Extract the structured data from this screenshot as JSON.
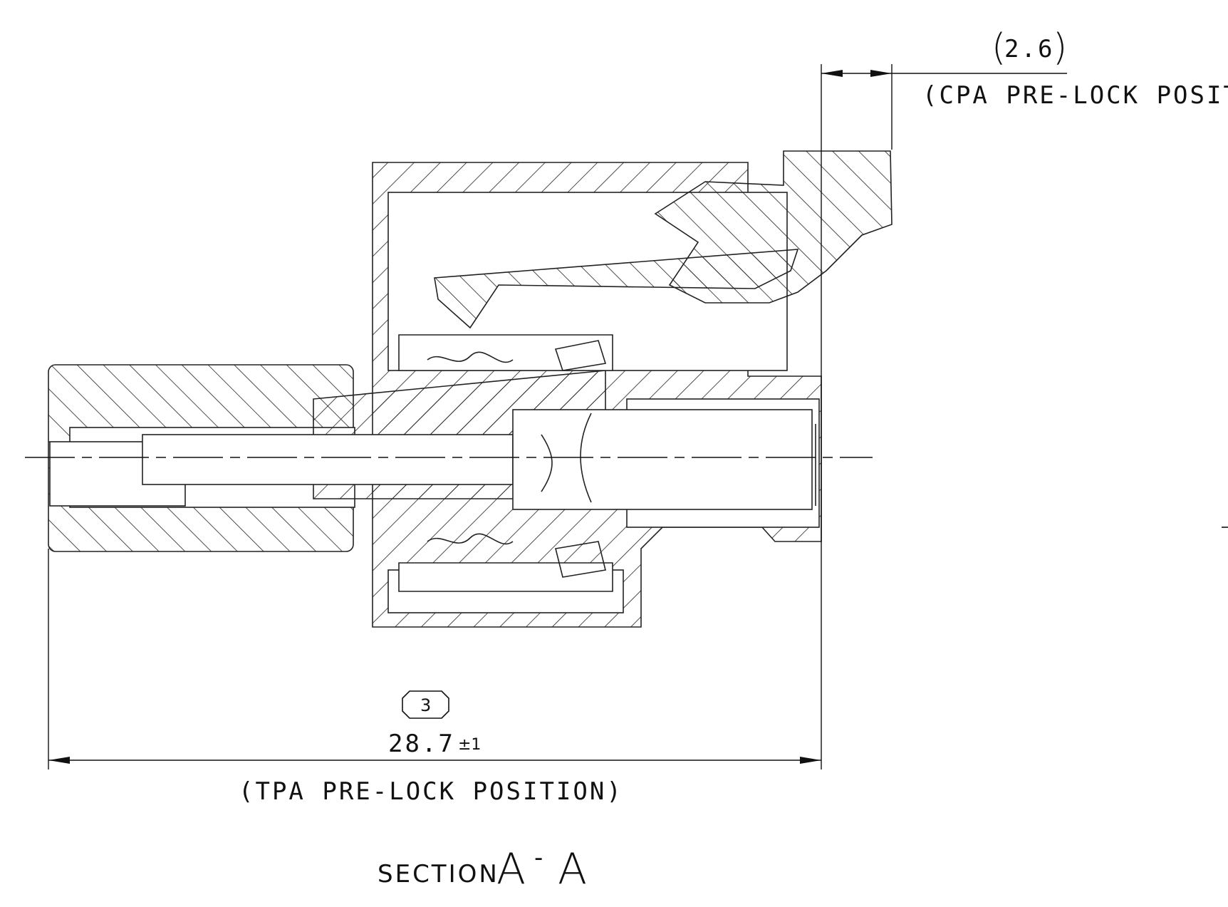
{
  "dimensions": {
    "cpa_value": "2.6",
    "cpa_note": "(CPA PRE-LOCK POSITIO",
    "overall_value": "28.7",
    "overall_tolerance": "±1",
    "overall_note": "(TPA PRE-LOCK POSITION)",
    "balloon": "3"
  },
  "section": {
    "label": "SECTION",
    "id_left": "A",
    "dash": "-",
    "id_right": "A"
  }
}
